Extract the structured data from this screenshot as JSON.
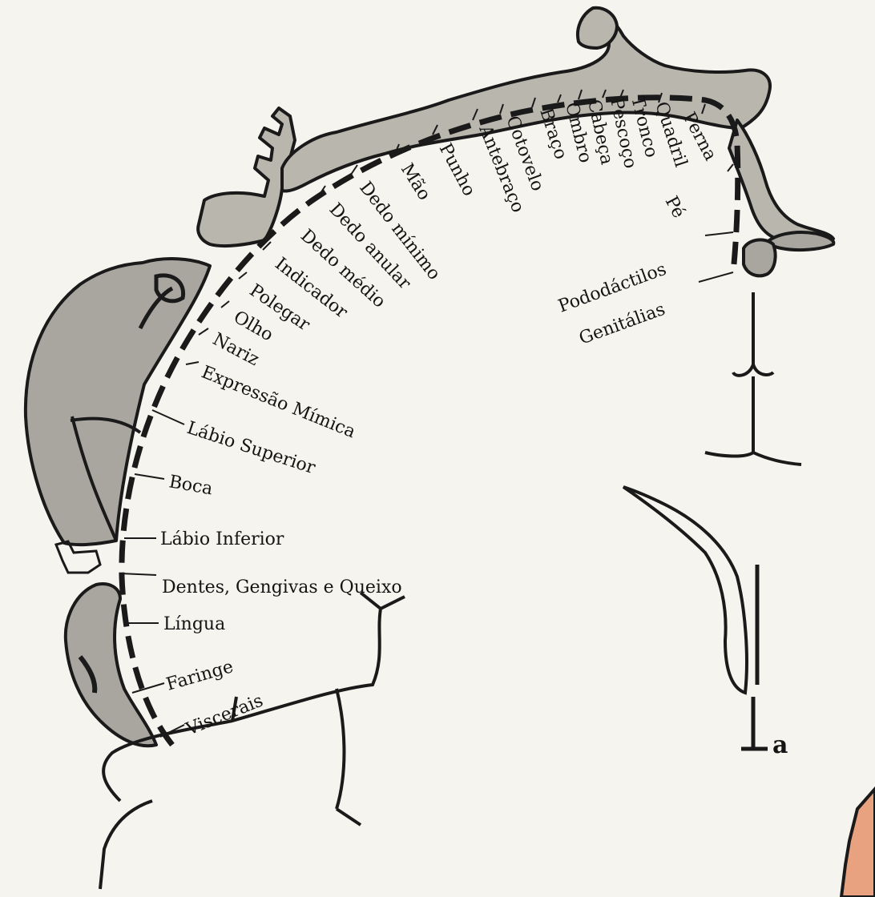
{
  "labels": {
    "perna": "Perna",
    "pe": "Pé",
    "quadril": "Quadril",
    "tronco": "Tronco",
    "pescoco": "Pescoço",
    "cabeca": "Cabeça",
    "ombro": "Ombro",
    "braco": "Braço",
    "cotovelo": "Cotovelo",
    "antebraco": "Antebraço",
    "punho": "Punho",
    "mao": "Mão",
    "dedo_minimo": "Dedo mínimo",
    "dedo_anular": "Dedo anular",
    "dedo_medio": "Dedo médio",
    "indicador": "Indicador",
    "polegar": "Polegar",
    "olho": "Olho",
    "nariz": "Nariz",
    "expressao_mimica": "Expressão Mímica",
    "labio_superior": "Lábio Superior",
    "boca": "Boca",
    "labio_inferior": "Lábio Inferior",
    "dentes": "Dentes, Gengivas e Queixo",
    "lingua": "Língua",
    "faringe": "Faringe",
    "viscerais": "Viscerais",
    "pododactilos": "Pododáctilos",
    "genitalias": "Genitálias",
    "figure_letter": "a"
  },
  "colors": {
    "ink": "#1a1a1a",
    "paper": "#f6f4ee",
    "shading": "#b9b6ae",
    "hand_skin": "#e8a27f"
  }
}
